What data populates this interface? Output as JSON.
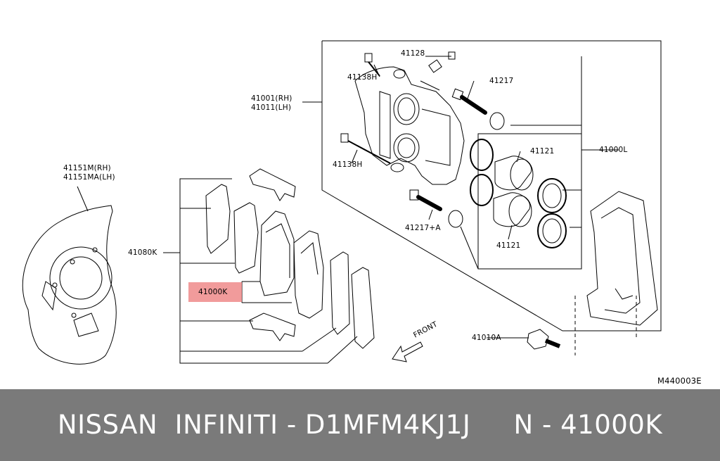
{
  "diagram": {
    "highlight_color": "#ee8a8a",
    "labels": {
      "p41128": "41128",
      "p41138h_top": "41138H",
      "p41217": "41217",
      "p41001": "41001(RH)",
      "p41011": "41011(LH)",
      "p41151m": "41151M(RH)",
      "p41151ma": "41151MA(LH)",
      "p41121_top": "41121",
      "p41000l": "41000L",
      "p41138h_bottom": "41138H",
      "p41080k": "41080K",
      "p41217a": "41217+A",
      "p41121_bottom": "41121",
      "p41000k": "41000K",
      "p41010a": "41010A",
      "front": "FRONT",
      "drawing_code": "M440003E"
    }
  },
  "footer": {
    "text": "NISSAN  INFINITI - D1MFM4KJ1J     N - 41000K",
    "background": "#7a7a7a"
  }
}
